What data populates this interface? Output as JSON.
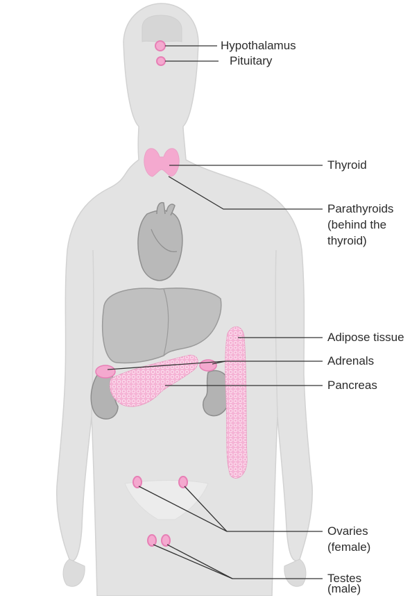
{
  "labels": {
    "hypothalamus": "Hypothalamus",
    "pituitary": "Pituitary",
    "thyroid": "Thyroid",
    "parathyroids": [
      "Parathyroids",
      "(behind the",
      "thyroid)"
    ],
    "adipose": "Adipose tissue",
    "adrenals": "Adrenals",
    "pancreas": "Pancreas",
    "ovaries": [
      "Ovaries",
      "(female)"
    ],
    "testes": [
      "Testes",
      "(male)"
    ]
  },
  "colors": {
    "body": "#e3e3e3",
    "body_edge": "#d2d2d2",
    "organ_grey": "#b9b9b9",
    "gland_pink": "#f4a9cf",
    "gland_pink_edge": "#e77fb5",
    "leader_line": "#333333",
    "text": "#2b2b2b"
  }
}
